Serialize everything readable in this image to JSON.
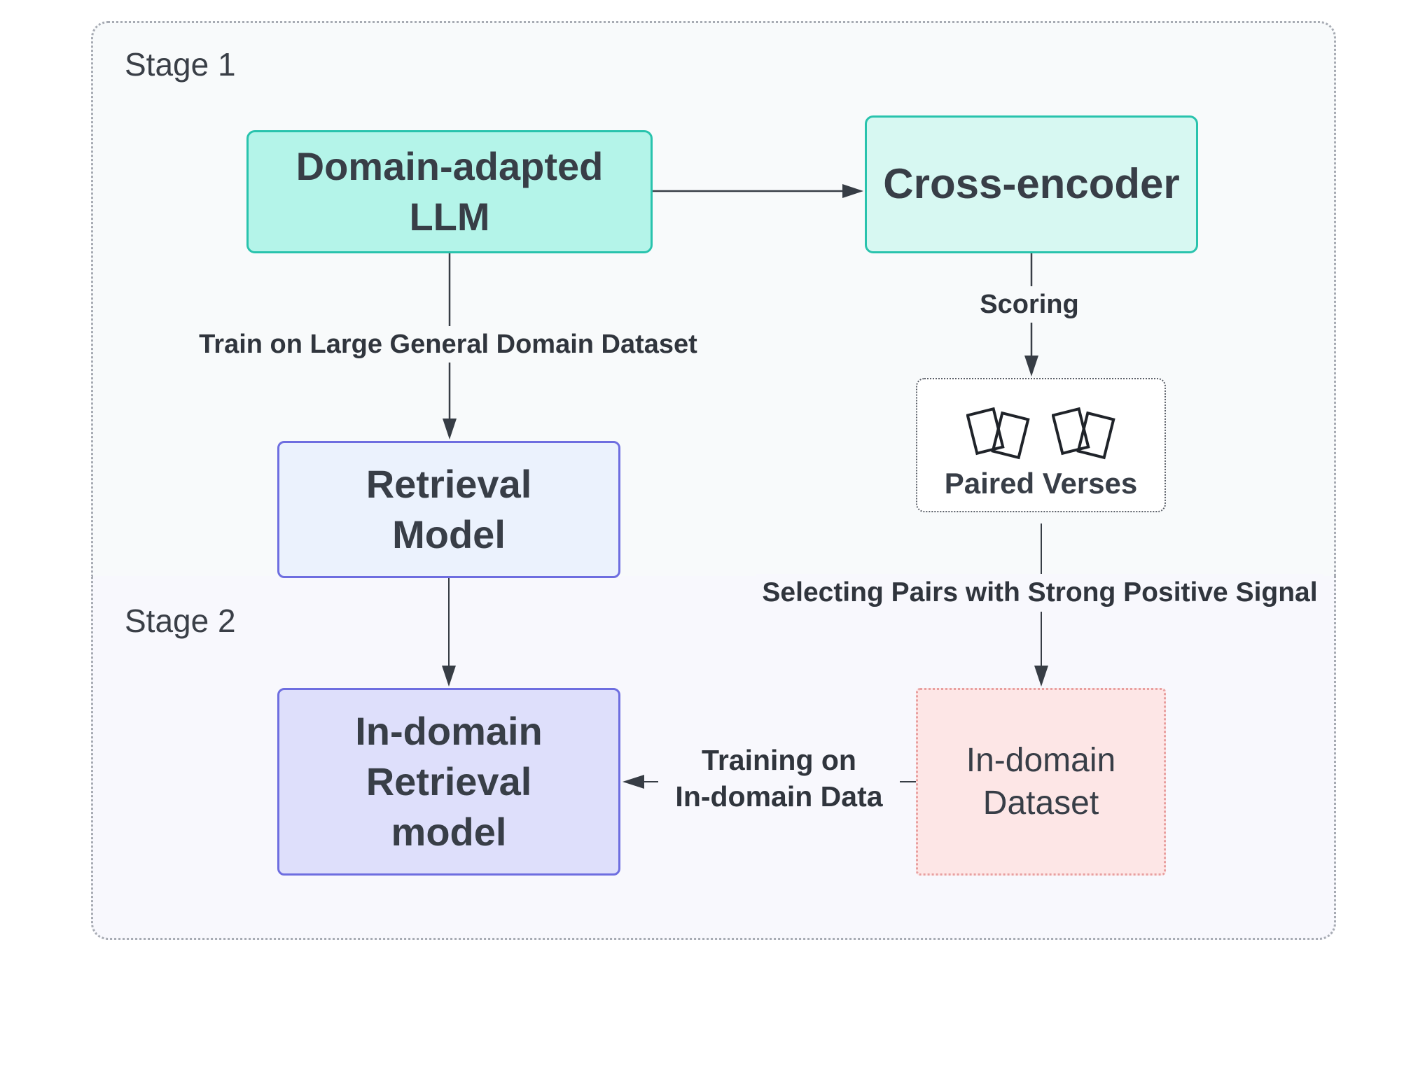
{
  "stages": {
    "stage1_label": "Stage 1",
    "stage2_label": "Stage 2"
  },
  "nodes": {
    "domain_llm": [
      "Domain-adapted",
      "LLM"
    ],
    "cross_encoder": "Cross-encoder",
    "retrieval_model": [
      "Retrieval",
      "Model"
    ],
    "paired_verses": "Paired Verses",
    "in_domain_model": [
      "In-domain",
      "Retrieval",
      "model"
    ],
    "in_domain_dataset": [
      "In-domain",
      "Dataset"
    ]
  },
  "edges": {
    "train_general": "Train on Large General Domain Dataset",
    "scoring": "Scoring",
    "selecting": "Selecting Pairs with Strong Positive Signal",
    "training_in_domain": [
      "Training on",
      "In-domain Data"
    ]
  },
  "colors": {
    "teal_fill": "#b4f4e9",
    "teal_light_fill": "#d7f8f2",
    "teal_border": "#29c3ad",
    "blue_fill": "#ebf2fd",
    "purple_fill": "#dedffb",
    "purple_border": "#6e6ee0",
    "pink_fill": "#fde6e6",
    "arrow": "#373d45"
  },
  "icons": [
    "paired-cards-icon",
    "paired-cards-icon"
  ]
}
